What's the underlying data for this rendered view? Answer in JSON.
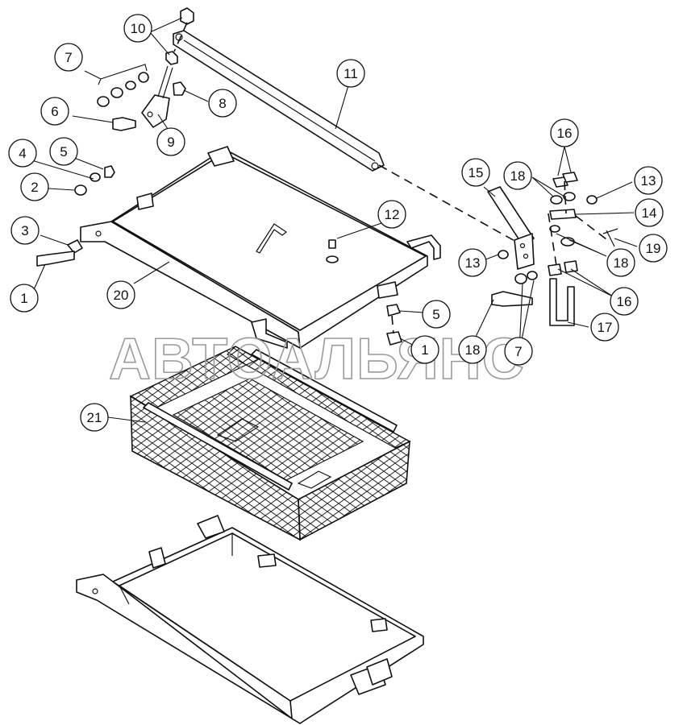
{
  "watermark": "АВТОАЛЬЯНС",
  "callouts": [
    {
      "label": "1"
    },
    {
      "label": "1"
    },
    {
      "label": "2"
    },
    {
      "label": "3"
    },
    {
      "label": "4"
    },
    {
      "label": "5"
    },
    {
      "label": "5"
    },
    {
      "label": "6"
    },
    {
      "label": "7"
    },
    {
      "label": "7"
    },
    {
      "label": "8"
    },
    {
      "label": "9"
    },
    {
      "label": "10"
    },
    {
      "label": "11"
    },
    {
      "label": "12"
    },
    {
      "label": "13"
    },
    {
      "label": "13"
    },
    {
      "label": "14"
    },
    {
      "label": "15"
    },
    {
      "label": "16"
    },
    {
      "label": "16"
    },
    {
      "label": "17"
    },
    {
      "label": "18"
    },
    {
      "label": "18"
    },
    {
      "label": "18"
    },
    {
      "label": "19"
    },
    {
      "label": "20"
    },
    {
      "label": "21"
    }
  ]
}
